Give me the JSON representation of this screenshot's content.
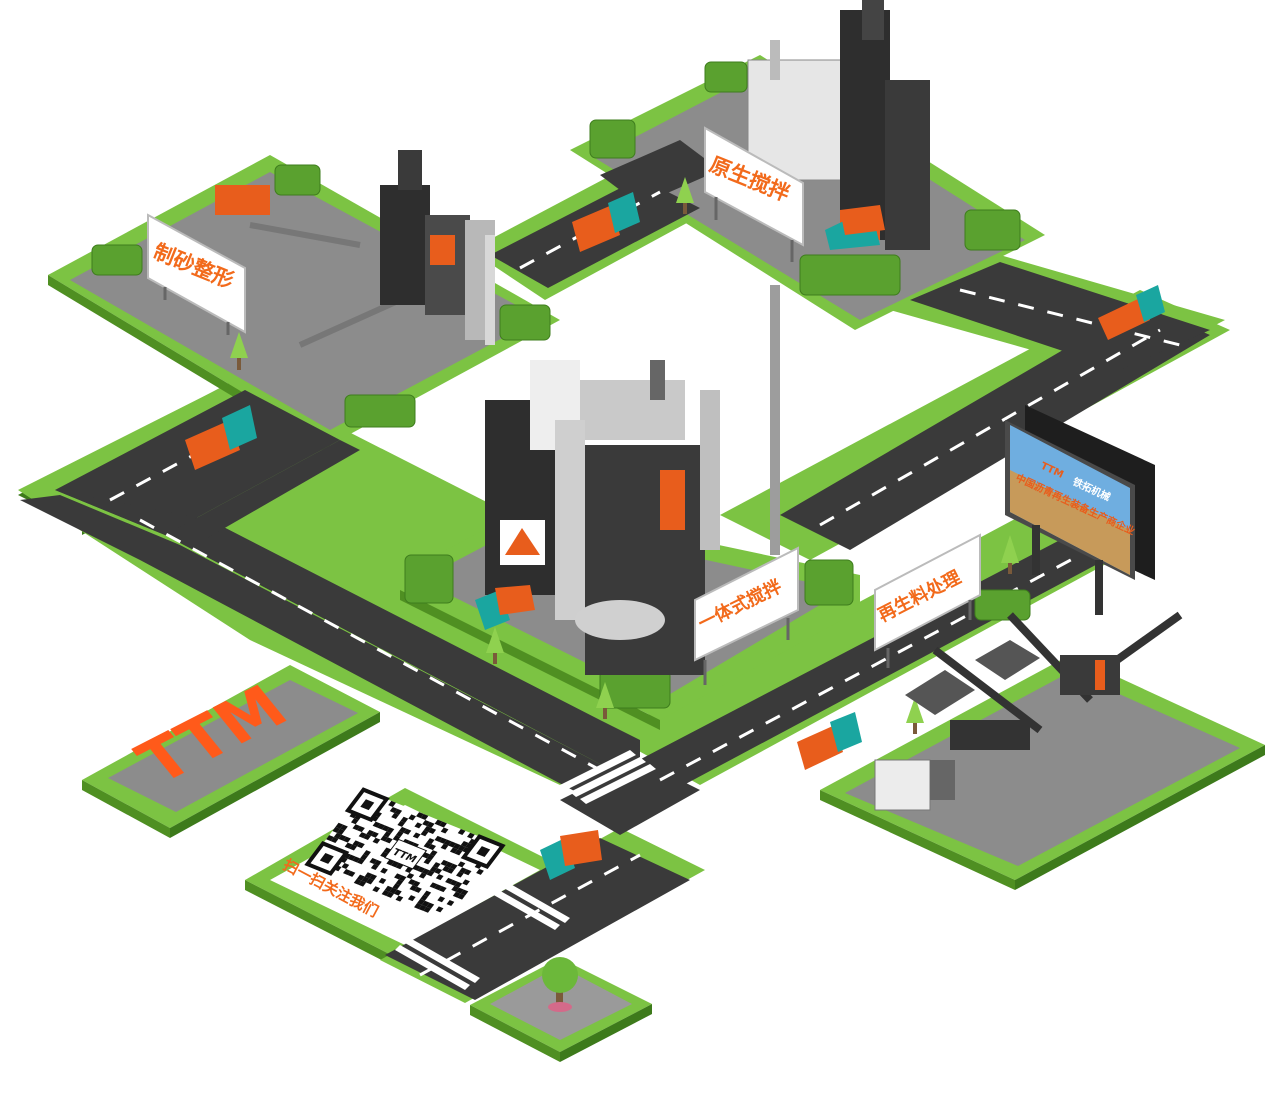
{
  "signs": {
    "sand_making": "制砂整形",
    "original_mixing": "原生搅拌",
    "integrated_mixing": "一体式搅拌",
    "recycled_processing": "再生料处理"
  },
  "logo": {
    "text": "TTM"
  },
  "qr": {
    "caption": "扫一扫关注我们",
    "center_label": "TTM"
  },
  "billboard": {
    "logo": "TTM",
    "company": "铁拓机械",
    "slogan": "中国沥青再生装备生产商企业"
  },
  "colors": {
    "grass": "#7cc343",
    "grass_dark": "#4f8f22",
    "road": "#3c3c3c",
    "plot": "#8f8f8f",
    "accent": "#f26a1b",
    "truck_cab": "#1aa6a0"
  }
}
